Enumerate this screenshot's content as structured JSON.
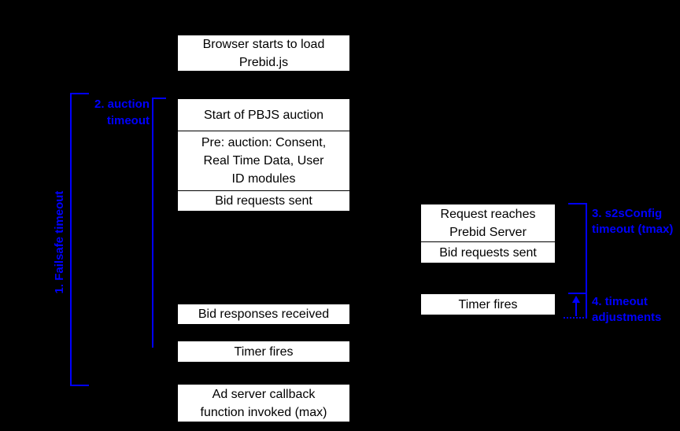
{
  "colors": {
    "background": "#000000",
    "box_background": "#ffffff",
    "box_border": "#000000",
    "box_text": "#000000",
    "annotation_blue": "#0000ff"
  },
  "left_timeline": {
    "boxes": [
      {
        "label": "Browser starts to load\nPrebid.js"
      },
      {
        "label": "Start of PBJS auction"
      },
      {
        "label": "Pre: auction: Consent,\nReal Time Data, User\nID modules"
      },
      {
        "label": "Bid requests sent"
      },
      {
        "label": "Bid responses received"
      },
      {
        "label": "Timer fires"
      },
      {
        "label": "Ad server callback\nfunction invoked (max)"
      }
    ]
  },
  "right_timeline": {
    "boxes": [
      {
        "label": "Request reaches\nPrebid Server"
      },
      {
        "label": "Bid requests sent"
      },
      {
        "label": "Timer fires"
      }
    ]
  },
  "annotations": {
    "failsafe": {
      "label": "1. Failsafe timeout"
    },
    "auction": {
      "label": "2. auction\ntimeout"
    },
    "s2sconfig": {
      "label": "3. s2sConfig\ntimeout (tmax)"
    },
    "adjustments": {
      "label": "4. timeout\nadjustments"
    }
  }
}
